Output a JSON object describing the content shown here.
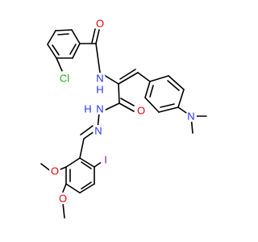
{
  "colors": {
    "bond": "#000000",
    "carbon": "#000000",
    "oxygen": "#e8000b",
    "nitrogen": "#2233ff",
    "chlorine": "#22aa22",
    "iodine": "#8a1aa8"
  },
  "molecule": {
    "atom_labels": [
      {
        "id": "cl",
        "text": "Cl",
        "element": "chlorine"
      },
      {
        "id": "o-amide",
        "text": "O",
        "element": "oxygen"
      },
      {
        "id": "nh-amide",
        "text": "N",
        "element": "nitrogen"
      },
      {
        "id": "h-amide",
        "text": "H",
        "element": "nitrogen"
      },
      {
        "id": "n-dimethyl",
        "text": "N",
        "element": "nitrogen"
      },
      {
        "id": "o-hydrazide",
        "text": "O",
        "element": "oxygen"
      },
      {
        "id": "nh-hydrazide",
        "text": "N",
        "element": "nitrogen"
      },
      {
        "id": "h-hydrazide",
        "text": "H",
        "element": "nitrogen"
      },
      {
        "id": "n-imine",
        "text": "N",
        "element": "nitrogen"
      },
      {
        "id": "o-methoxy-3",
        "text": "O",
        "element": "oxygen"
      },
      {
        "id": "o-methoxy-4",
        "text": "O",
        "element": "oxygen"
      },
      {
        "id": "iodine",
        "text": "I",
        "element": "iodine"
      }
    ]
  }
}
